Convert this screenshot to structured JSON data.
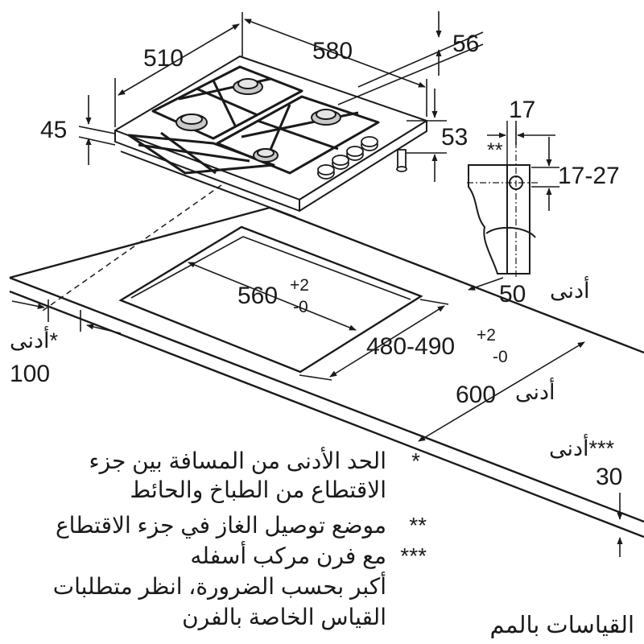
{
  "dimensions": {
    "hob_depth": "510",
    "hob_width": "580",
    "hob_height_total": "56",
    "hob_frame_height": "45",
    "hob_body_height": "53",
    "gas_offset": "17",
    "gas_height": "17-27",
    "gas_marker": "**",
    "cutout_width_main": "560",
    "cutout_width_tol_plus": "+2",
    "cutout_width_tol_minus": "-0",
    "cutout_depth_main": "480-490",
    "cutout_depth_tol_plus": "+2",
    "cutout_depth_tol_minus": "-0",
    "min_50_value": "50",
    "min_50_label": "أدنى",
    "min_100_label": "أدنى*",
    "min_100_value": "100",
    "min_600_value": "600",
    "min_600_label": "أدنى",
    "min_30_label": "أدنى***",
    "min_30_value": "30"
  },
  "notes": [
    {
      "marker": "*",
      "lines": [
        "الحد الأدنى من المسافة بين جزء",
        "الاقتطاع من الطباخ والحائط"
      ]
    },
    {
      "marker": "**",
      "lines": [
        "موضع توصيل الغاز في جزء الاقتطاع"
      ]
    },
    {
      "marker": "***",
      "lines": [
        "مع فرن مركب أسفله",
        "أكبر بحسب الضرورة، انظر متطلبات",
        "القياس الخاصة بالفرن"
      ]
    }
  ],
  "units_label": "القياسات بالمم"
}
